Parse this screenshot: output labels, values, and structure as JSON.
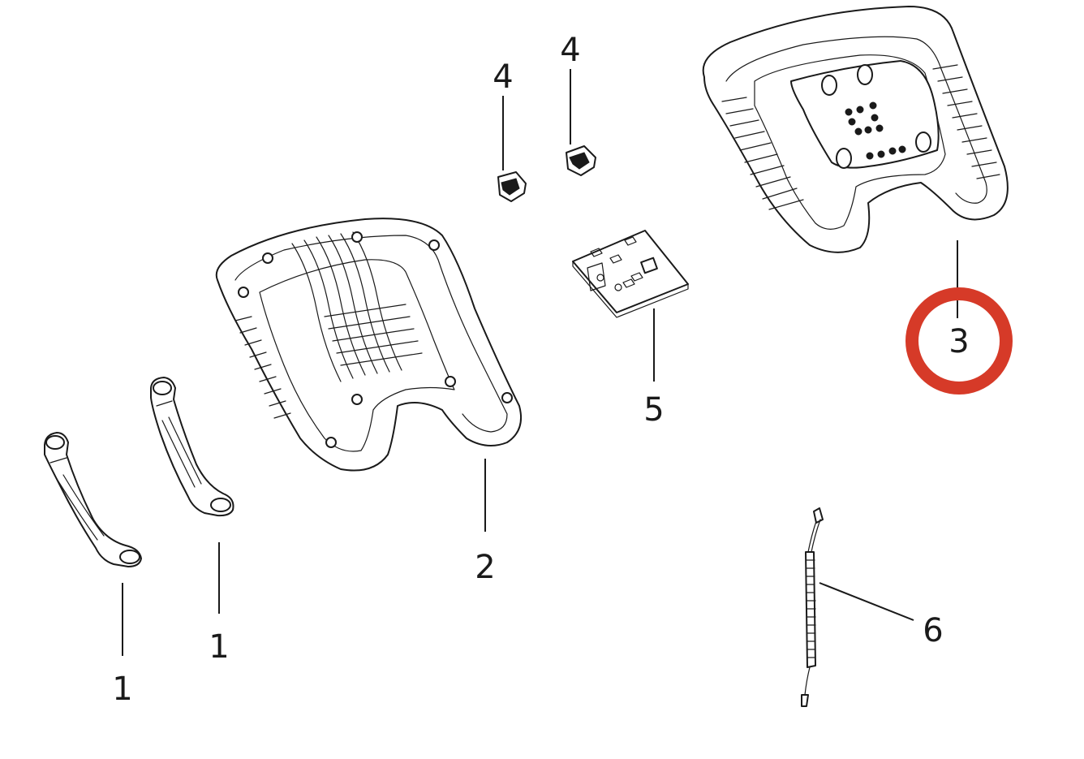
{
  "callouts": {
    "part_1a": "1",
    "part_1b": "1",
    "part_2": "2",
    "part_3": "3",
    "part_4a": "4",
    "part_4b": "4",
    "part_5": "5",
    "part_6": "6"
  },
  "highlight": {
    "part": "3",
    "color": "#d63a28"
  },
  "colors": {
    "line": "#1a1a1a",
    "background": "#ffffff"
  }
}
